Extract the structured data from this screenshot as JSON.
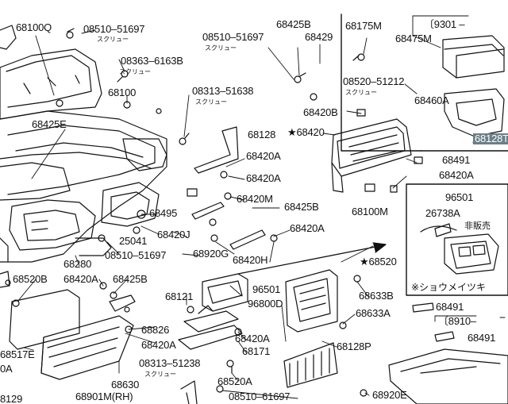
{
  "labels": {
    "p68100Q": "68100Q",
    "p08510_51697_a": "08510–51697",
    "screw_a": "スクリュー",
    "p08363_6163B": "08363–6163B",
    "screw_b": "スクリュー",
    "p68100": "68100",
    "p08313_51638": "08313–51638",
    "screw_c": "スクリュー",
    "p68425E": "68425E",
    "p08510_51697_b": "08510–51697",
    "screw_d": "スクリュー",
    "p68425B_top": "68425B",
    "p68429": "68429",
    "p68175M": "68175M",
    "p9301": "〔9301 –",
    "p68475M": "68475M",
    "p08520_51212": "08520–51212",
    "screw_e": "スクリュー",
    "p68460A": "68460A",
    "p68420B": "68420B",
    "p68420_star": "★68420",
    "p68128_upper": "68128",
    "p68420A_1": "68420A",
    "p68420A_2": "68420A",
    "p68128T": "68128T",
    "p68491_right": "68491",
    "p68420A_right": "68420A",
    "p68420M": "68420M",
    "p68425B_mid": "68425B",
    "p68495": "68495",
    "p68100M": "68100M",
    "p96501_inset": "96501",
    "p26738A": "26738A",
    "not_for_sale": "非販売",
    "p68420J": "68420J",
    "p68420A_3": "68420A",
    "p25041": "25041",
    "p68920G": "68920G",
    "p08510_51697_c": "08510–51697",
    "p68420H": "68420H",
    "p68520_star": "★68520",
    "p68280": "68280",
    "p68520B": "68520B",
    "p68420A_4": "68420A",
    "p68425B_low": "68425B",
    "p96501_mid": "96501",
    "p96800D": "96800D",
    "shoumei": "※ショウメイツキ",
    "p68121": "68121",
    "p68633B": "68633B",
    "p68491_low": "68491",
    "p8910": "〔8910–",
    "p68633A": "68633A",
    "p68491_low2": "68491",
    "p68826": "68826",
    "p68420A_5": "68420A",
    "p68420A_6": "68420A",
    "p68171": "68171",
    "p68128P": "68128P",
    "p68517E": "68517E",
    "p0A": "0A",
    "p08313_51238": "08313–51238",
    "screw_f": "スクリュー",
    "p68630": "68630",
    "p68520A": "68520A",
    "p68901M": "68901M(RH)",
    "p08510_61697": "08510–61697",
    "p68920E": "68920E",
    "p8129": "8129"
  },
  "colors": {
    "line": "#111111",
    "highlight": "#6b7f86",
    "background": "#ffffff"
  }
}
